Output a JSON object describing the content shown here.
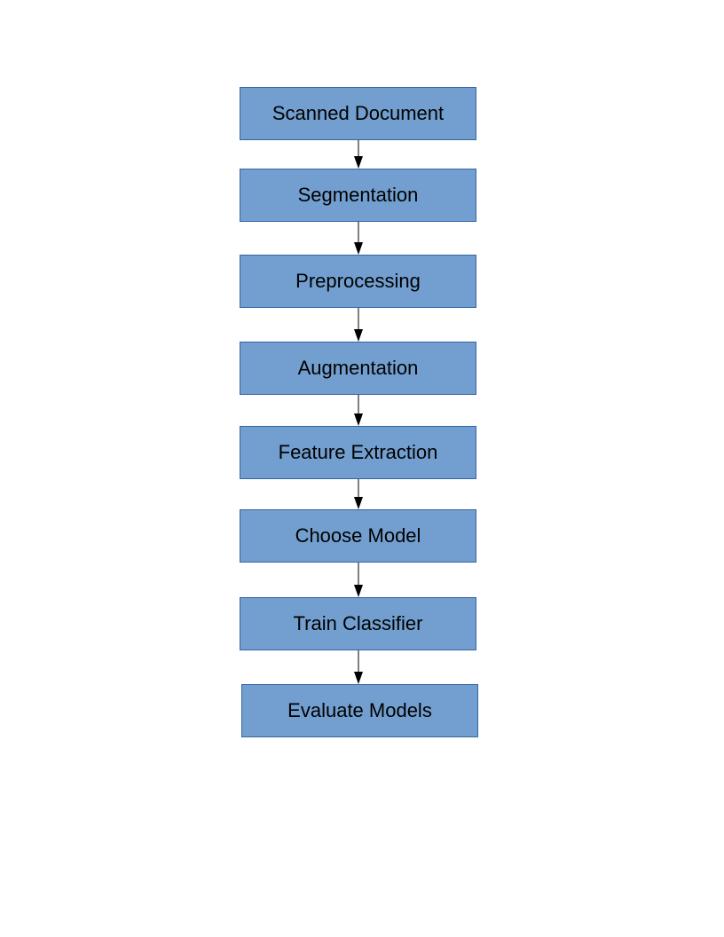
{
  "flowchart": {
    "steps": [
      "Scanned Document",
      "Segmentation",
      "Preprocessing",
      "Augmentation",
      "Feature Extraction",
      "Choose Model",
      "Train Classifier",
      "Evaluate Models"
    ],
    "colors": {
      "box_fill": "#729fcf",
      "box_border": "#3465a4",
      "arrow": "#000000",
      "text": "#000000"
    }
  }
}
